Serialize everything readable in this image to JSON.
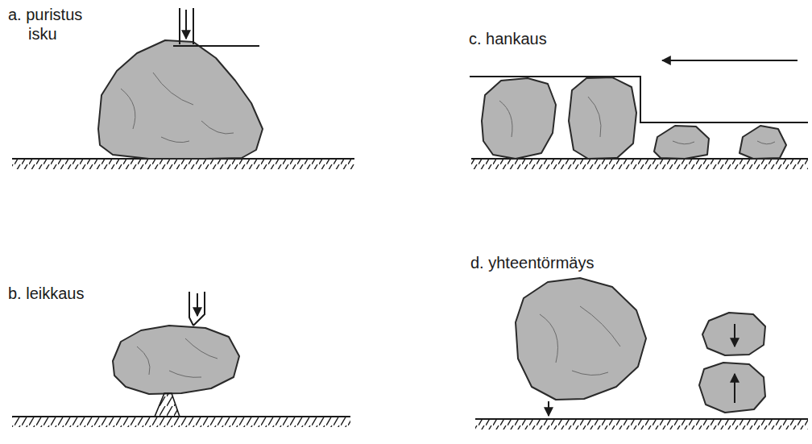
{
  "diagram": {
    "labels": [
      "a. puristus isku",
      "b. leikkaus",
      "c. hankaus",
      "d. yhteentörmäys"
    ]
  }
}
